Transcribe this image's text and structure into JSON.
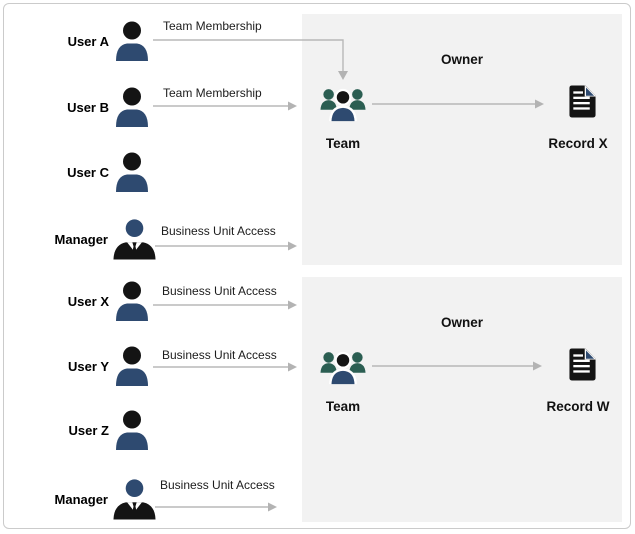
{
  "palette": {
    "box_fill": "#f2f2f2",
    "frame_border": "#cbcbcb",
    "arrow_gray": "#b8b8b8",
    "person_navy": "#2e4a70",
    "team_teal": "#2b5e52",
    "icon_black": "#141414"
  },
  "users": [
    {
      "name": "User A",
      "icon": "user-icon",
      "access_label": "Team Membership"
    },
    {
      "name": "User B",
      "icon": "user-icon",
      "access_label": "Team Membership"
    },
    {
      "name": "User C",
      "icon": "user-icon"
    },
    {
      "name": "Manager",
      "icon": "manager-icon",
      "access_label": "Business Unit Access"
    },
    {
      "name": "User X",
      "icon": "user-icon",
      "access_label": "Business Unit Access"
    },
    {
      "name": "User Y",
      "icon": "user-icon",
      "access_label": "Business Unit Access"
    },
    {
      "name": "User Z",
      "icon": "user-icon"
    },
    {
      "name": "Manager",
      "icon": "manager-icon",
      "access_label": "Business Unit Access"
    }
  ],
  "groups": [
    {
      "owner_label": "Owner",
      "team_label": "Team",
      "record_label": "Record X"
    },
    {
      "owner_label": "Owner",
      "team_label": "Team",
      "record_label": "Record W"
    }
  ]
}
